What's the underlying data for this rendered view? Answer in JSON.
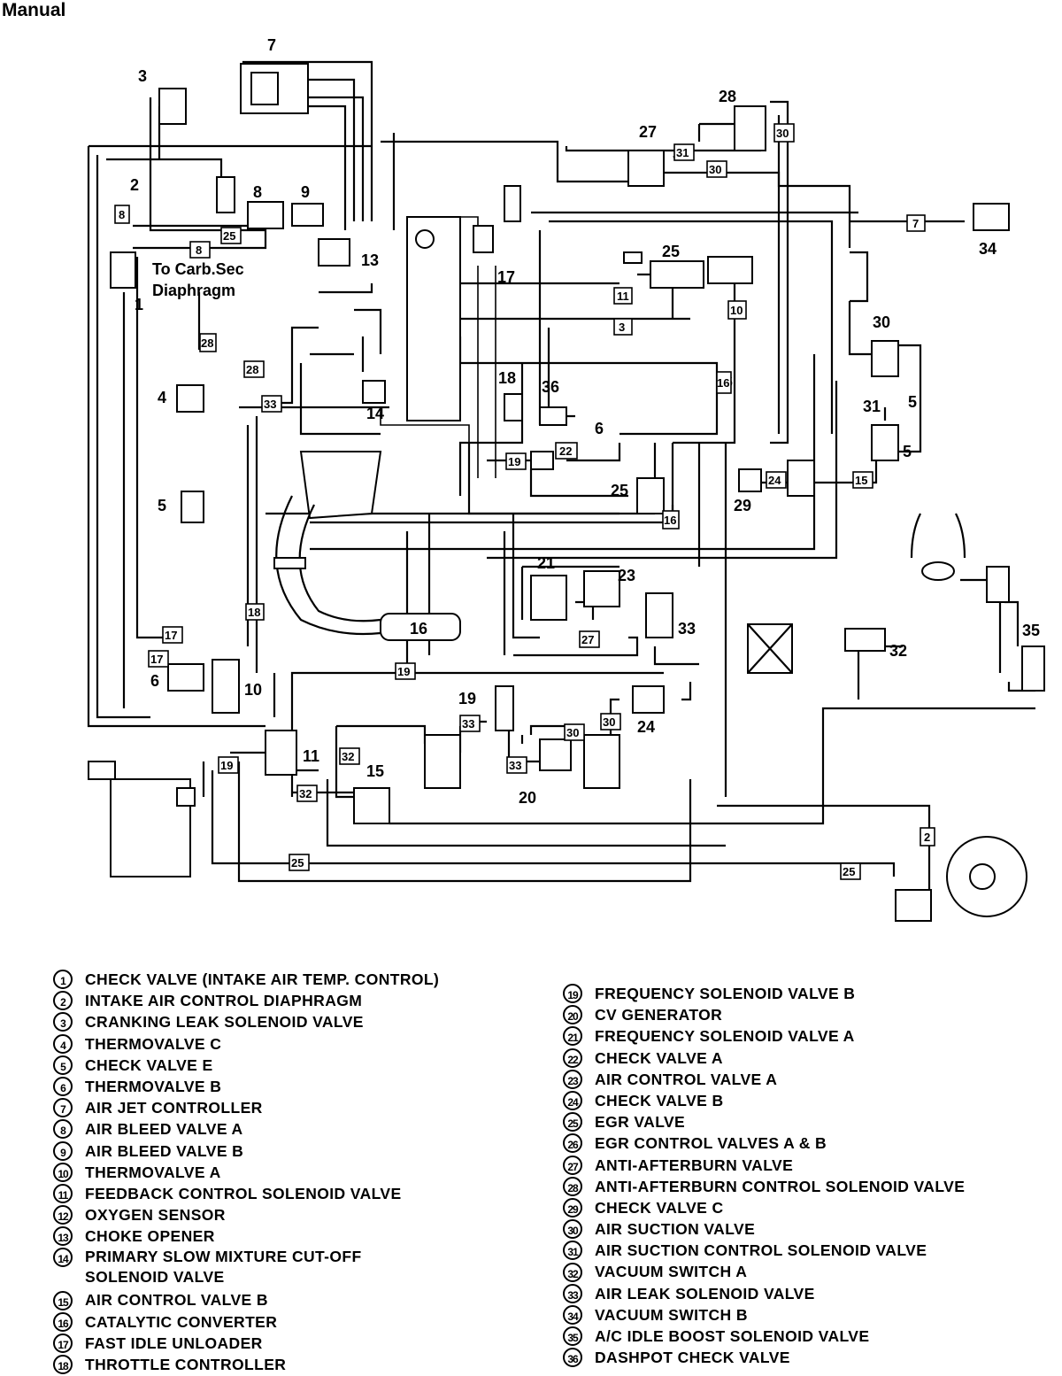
{
  "page": {
    "title": "Manual"
  },
  "diagram": {
    "note": {
      "line1": "To Carb.Sec",
      "line2": "Diaphragm"
    },
    "component_labels": [
      "1",
      "2",
      "3",
      "4",
      "5",
      "6",
      "7",
      "8",
      "9",
      "10",
      "11",
      "13",
      "14",
      "15",
      "16",
      "17",
      "18",
      "19",
      "20",
      "21",
      "22",
      "23",
      "24",
      "25",
      "27",
      "28",
      "29",
      "30",
      "31",
      "32",
      "33",
      "34",
      "35",
      "36",
      "5",
      "6",
      "2",
      "25",
      "30",
      "31",
      "5",
      "16",
      "16"
    ],
    "hose_tags": [
      "8",
      "8",
      "25",
      "28",
      "28",
      "33",
      "18",
      "17",
      "17",
      "19",
      "19",
      "32",
      "32",
      "25",
      "25",
      "2",
      "7",
      "11",
      "3",
      "10",
      "16",
      "22",
      "24",
      "15",
      "16",
      "27",
      "33",
      "30",
      "30",
      "33",
      "30",
      "31",
      "30",
      "19"
    ]
  },
  "legend": {
    "left": [
      {
        "n": "1",
        "text": "CHECK VALVE (INTAKE  AIR TEMP. CONTROL)"
      },
      {
        "n": "2",
        "text": "INTAKE AIR CONTROL DIAPHRAGM"
      },
      {
        "n": "3",
        "text": "CRANKING LEAK SOLENOID VALVE"
      },
      {
        "n": "4",
        "text": "THERMOVALVE C"
      },
      {
        "n": "5",
        "text": "CHECK VALVE E"
      },
      {
        "n": "6",
        "text": "THERMOVALVE B"
      },
      {
        "n": "7",
        "text": "AIR JET CONTROLLER"
      },
      {
        "n": "8",
        "text": "AIR BLEED VALVE A"
      },
      {
        "n": "9",
        "text": "AIR BLEED VALVE B"
      },
      {
        "n": "10",
        "text": "THERMOVALVE A"
      },
      {
        "n": "11",
        "text": "FEEDBACK CONTROL SOLENOID VALVE"
      },
      {
        "n": "12",
        "text": "OXYGEN SENSOR"
      },
      {
        "n": "13",
        "text": "CHOKE OPENER"
      },
      {
        "n": "14",
        "text": "PRIMARY SLOW MIXTURE CUT-OFF SOLENOID VALVE"
      },
      {
        "n": "15",
        "text": "AIR CONTROL VALVE B"
      },
      {
        "n": "16",
        "text": "CATALYTIC CONVERTER"
      },
      {
        "n": "17",
        "text": "FAST IDLE UNLOADER"
      },
      {
        "n": "18",
        "text": "THROTTLE CONTROLLER"
      }
    ],
    "right": [
      {
        "n": "19",
        "text": "FREQUENCY SOLENOID VALVE B"
      },
      {
        "n": "20",
        "text": "CV GENERATOR"
      },
      {
        "n": "21",
        "text": "FREQUENCY SOLENOID VALVE A"
      },
      {
        "n": "22",
        "text": "CHECK VALVE A"
      },
      {
        "n": "23",
        "text": "AIR CONTROL VALVE A"
      },
      {
        "n": "24",
        "text": "CHECK VALVE B"
      },
      {
        "n": "25",
        "text": "EGR VALVE"
      },
      {
        "n": "26",
        "text": "EGR CONTROL VALVES A & B"
      },
      {
        "n": "27",
        "text": "ANTI-AFTERBURN VALVE"
      },
      {
        "n": "28",
        "text": "ANTI-AFTERBURN CONTROL SOLENOID VALVE"
      },
      {
        "n": "29",
        "text": "CHECK VALVE C"
      },
      {
        "n": "30",
        "text": "AIR SUCTION VALVE"
      },
      {
        "n": "31",
        "text": "AIR SUCTION CONTROL SOLENOID VALVE"
      },
      {
        "n": "32",
        "text": "VACUUM SWITCH A"
      },
      {
        "n": "33",
        "text": "AIR LEAK SOLENOID VALVE"
      },
      {
        "n": "34",
        "text": "VACUUM SWITCH B"
      },
      {
        "n": "35",
        "text": "A/C IDLE BOOST SOLENOID VALVE"
      },
      {
        "n": "36",
        "text": "DASHPOT CHECK VALVE"
      }
    ]
  }
}
